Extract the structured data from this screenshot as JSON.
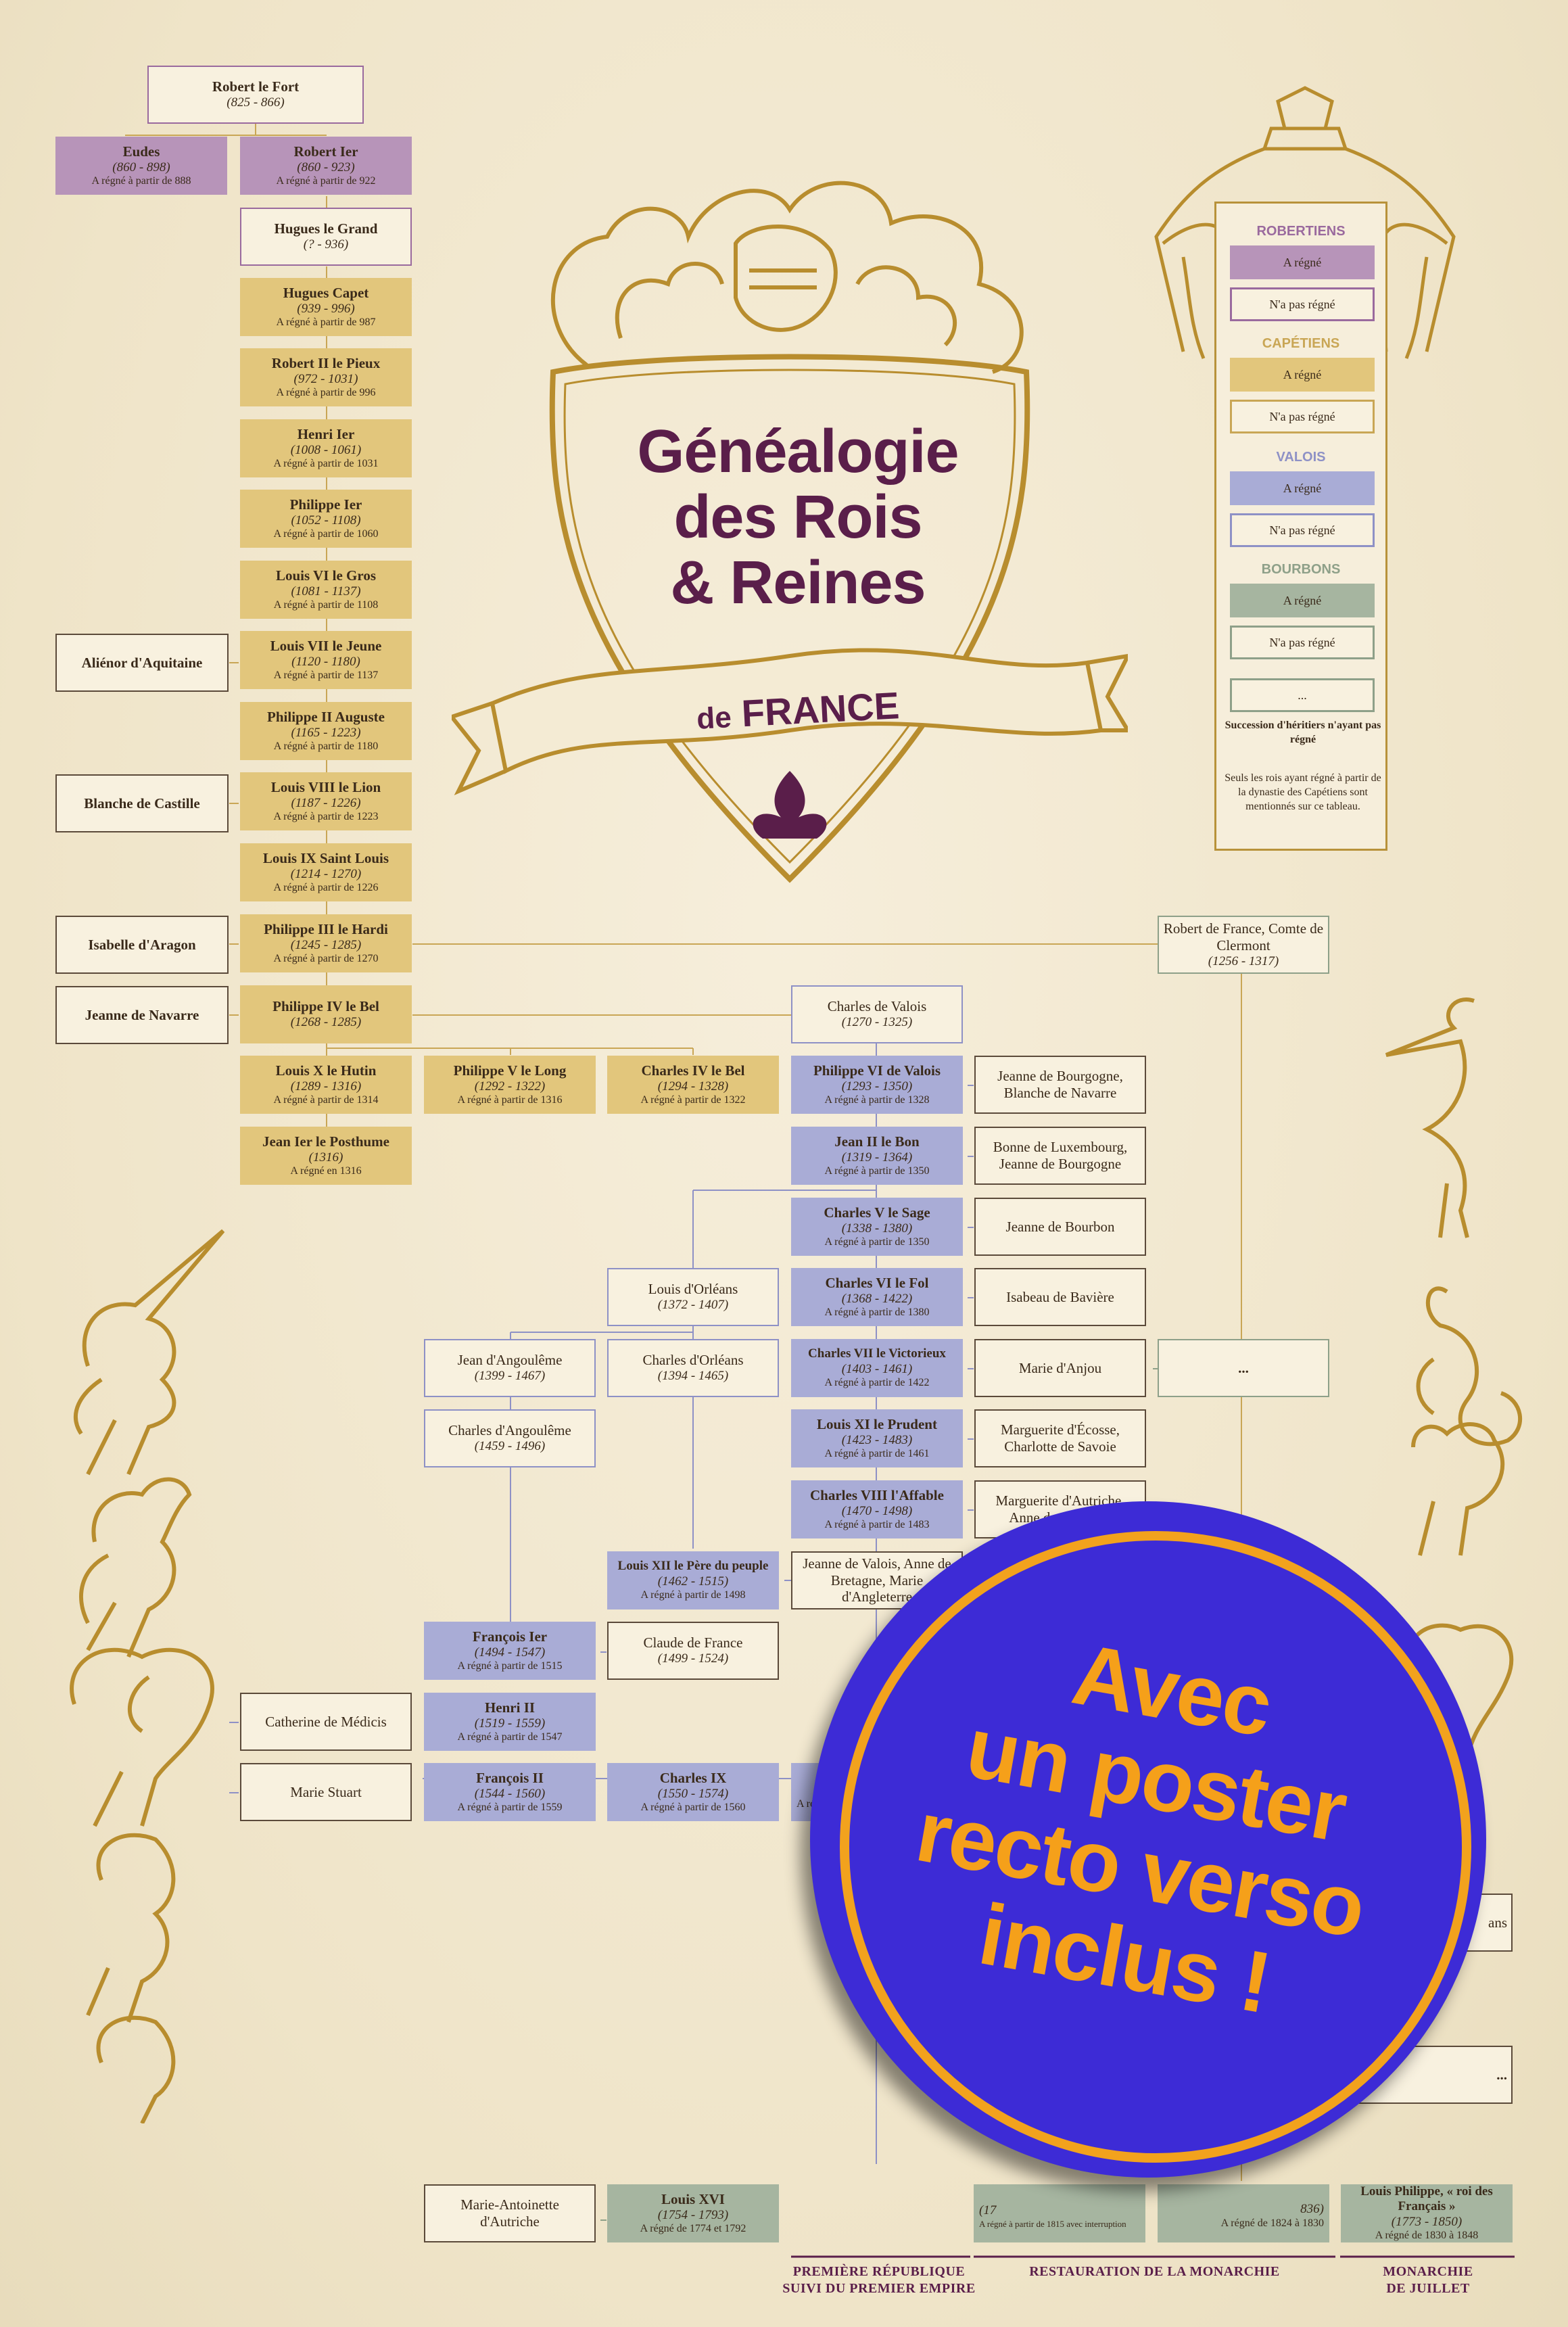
{
  "title": {
    "line1": "Généalogie",
    "line2": "des Rois",
    "line3": "& Reines",
    "banner_de": "de",
    "banner_country": "FRANCE"
  },
  "legend": {
    "robertiens": "ROBERTIENS",
    "capetiens": "CAPÉTIENS",
    "valois": "VALOIS",
    "bourbons": "BOURBONS",
    "reigned": "A régné",
    "not_reigned": "N'a pas régné",
    "ellipsis": "...",
    "succession_note": "Succession d'héritiers n'ayant pas régné",
    "footnote": "Seuls les rois ayant régné à partir de la dynastie des Capétiens sont mentionnés sur ce tableau."
  },
  "colors": {
    "robertiens": "#b794b9",
    "capetiens": "#e2c67c",
    "valois": "#a9acd6",
    "bourbons": "#a6b5a0",
    "title": "#5a1e4a",
    "badge": "#3d2bd6",
    "badge_text": "#f5a01a"
  },
  "persons": [
    {
      "id": "robert-le-fort",
      "name": "Robert le Fort",
      "dates": "(825 - 866)",
      "reign": ""
    },
    {
      "id": "eudes",
      "name": "Eudes",
      "dates": "(860 - 898)",
      "reign": "A régné à partir de 888"
    },
    {
      "id": "robert-1",
      "name": "Robert Ier",
      "dates": "(860 - 923)",
      "reign": "A régné à partir de 922"
    },
    {
      "id": "hugues-le-grand",
      "name": "Hugues le Grand",
      "dates": "(? - 936)",
      "reign": ""
    },
    {
      "id": "hugues-capet",
      "name": "Hugues Capet",
      "dates": "(939 - 996)",
      "reign": "A régné à partir de 987"
    },
    {
      "id": "robert-2",
      "name": "Robert II le Pieux",
      "dates": "(972 - 1031)",
      "reign": "A régné à partir de 996"
    },
    {
      "id": "henri-1",
      "name": "Henri Ier",
      "dates": "(1008 - 1061)",
      "reign": "A régné à partir de 1031"
    },
    {
      "id": "philippe-1",
      "name": "Philippe Ier",
      "dates": "(1052 - 1108)",
      "reign": "A régné à partir de 1060"
    },
    {
      "id": "louis-6",
      "name": "Louis VI le Gros",
      "dates": "(1081 - 1137)",
      "reign": "A régné à partir de 1108"
    },
    {
      "id": "louis-7",
      "name": "Louis VII le Jeune",
      "dates": "(1120 - 1180)",
      "reign": "A régné à partir de 1137"
    },
    {
      "id": "philippe-2",
      "name": "Philippe II Auguste",
      "dates": "(1165 - 1223)",
      "reign": "A régné à partir de 1180"
    },
    {
      "id": "louis-8",
      "name": "Louis VIII le Lion",
      "dates": "(1187 - 1226)",
      "reign": "A régné à partir de 1223"
    },
    {
      "id": "louis-9",
      "name": "Louis IX Saint Louis",
      "dates": "(1214 - 1270)",
      "reign": "A régné à partir de 1226"
    },
    {
      "id": "philippe-3",
      "name": "Philippe III le Hardi",
      "dates": "(1245 - 1285)",
      "reign": "A régné à partir de 1270"
    },
    {
      "id": "philippe-4",
      "name": "Philippe IV le Bel",
      "dates": "(1268 - 1285)",
      "reign": ""
    },
    {
      "id": "louis-10",
      "name": "Louis X le Hutin",
      "dates": "(1289 - 1316)",
      "reign": "A régné à partir de 1314"
    },
    {
      "id": "philippe-5",
      "name": "Philippe V le Long",
      "dates": "(1292 - 1322)",
      "reign": "A régné à partir de 1316"
    },
    {
      "id": "charles-4",
      "name": "Charles IV le Bel",
      "dates": "(1294 - 1328)",
      "reign": "A régné à partir de 1322"
    },
    {
      "id": "jean-1",
      "name": "Jean Ier le Posthume",
      "dates": "(1316)",
      "reign": "A régné en 1316"
    },
    {
      "id": "alienor",
      "name": "Aliénor d'Aquitaine",
      "dates": "",
      "reign": ""
    },
    {
      "id": "blanche",
      "name": "Blanche de Castille",
      "dates": "",
      "reign": ""
    },
    {
      "id": "isabelle",
      "name": "Isabelle d'Aragon",
      "dates": "",
      "reign": ""
    },
    {
      "id": "jeanne-navarre",
      "name": "Jeanne de Navarre",
      "dates": "",
      "reign": ""
    },
    {
      "id": "robert-clermont",
      "name": "Robert de France, Comte de Clermont",
      "dates": "(1256 - 1317)",
      "reign": ""
    },
    {
      "id": "charles-valois",
      "name": "Charles de Valois",
      "dates": "(1270 - 1325)",
      "reign": ""
    },
    {
      "id": "philippe-6",
      "name": "Philippe VI de Valois",
      "dates": "(1293 - 1350)",
      "reign": "A régné à partir de 1328"
    },
    {
      "id": "jean-2",
      "name": "Jean II le Bon",
      "dates": "(1319 - 1364)",
      "reign": "A régné à partir de 1350"
    },
    {
      "id": "charles-5",
      "name": "Charles V le Sage",
      "dates": "(1338 - 1380)",
      "reign": "A régné à partir de 1350"
    },
    {
      "id": "charles-6",
      "name": "Charles VI le Fol",
      "dates": "(1368 - 1422)",
      "reign": "A régné à partir de 1380"
    },
    {
      "id": "charles-7",
      "name": "Charles VII le Victorieux",
      "dates": "(1403 - 1461)",
      "reign": "A régné à partir de 1422"
    },
    {
      "id": "louis-11",
      "name": "Louis XI le Prudent",
      "dates": "(1423 - 1483)",
      "reign": "A régné à partir de 1461"
    },
    {
      "id": "charles-8",
      "name": "Charles VIII l'Affable",
      "dates": "(1470 - 1498)",
      "reign": "A régné à partir de 1483"
    },
    {
      "id": "louis-12",
      "name": "Louis XII le Père du peuple",
      "dates": "(1462 - 1515)",
      "reign": "A régné à partir de 1498"
    },
    {
      "id": "sp-p6",
      "name": "Jeanne de Bourgogne, Blanche de Navarre",
      "dates": "",
      "reign": ""
    },
    {
      "id": "sp-j2",
      "name": "Bonne de Luxembourg, Jeanne de Bourgogne",
      "dates": "",
      "reign": ""
    },
    {
      "id": "sp-c5",
      "name": "Jeanne de Bourbon",
      "dates": "",
      "reign": ""
    },
    {
      "id": "sp-c6",
      "name": "Isabeau de Bavière",
      "dates": "",
      "reign": ""
    },
    {
      "id": "sp-c7",
      "name": "Marie d'Anjou",
      "dates": "",
      "reign": ""
    },
    {
      "id": "sp-l11",
      "name": "Marguerite d'Écosse, Charlotte de Savoie",
      "dates": "",
      "reign": ""
    },
    {
      "id": "sp-c8",
      "name": "Marguerite d'Autriche, Anne de Bretagne",
      "dates": "",
      "reign": ""
    },
    {
      "id": "sp-l12",
      "name": "Jeanne de Valois, Anne de Bretagne, Marie d'Angleterre",
      "dates": "",
      "reign": ""
    },
    {
      "id": "louis-orleans",
      "name": "Louis d'Orléans",
      "dates": "(1372 - 1407)",
      "reign": ""
    },
    {
      "id": "jean-angouleme",
      "name": "Jean d'Angoulême",
      "dates": "(1399 - 1467)",
      "reign": ""
    },
    {
      "id": "charles-orleans",
      "name": "Charles d'Orléans",
      "dates": "(1394 - 1465)",
      "reign": ""
    },
    {
      "id": "charles-angouleme",
      "name": "Charles d'Angoulême",
      "dates": "(1459 - 1496)",
      "reign": ""
    },
    {
      "id": "bourbon-ellipsis",
      "name": "...",
      "dates": "",
      "reign": ""
    },
    {
      "id": "francois-1",
      "name": "François Ier",
      "dates": "(1494 - 1547)",
      "reign": "A régné à partir de 1515"
    },
    {
      "id": "claude",
      "name": "Claude de France",
      "dates": "(1499 - 1524)",
      "reign": ""
    },
    {
      "id": "henri-2",
      "name": "Henri II",
      "dates": "(1519 - 1559)",
      "reign": "A régné à partir de 1547"
    },
    {
      "id": "catherine",
      "name": "Catherine de Médicis",
      "dates": "",
      "reign": ""
    },
    {
      "id": "francois-2",
      "name": "François II",
      "dates": "(1544 - 1560)",
      "reign": "A régné à partir de 1559"
    },
    {
      "id": "charles-9",
      "name": "Charles IX",
      "dates": "(1550 - 1574)",
      "reign": "A régné à partir de 1560"
    },
    {
      "id": "henri-3-part",
      "name": "",
      "dates": "",
      "reign": "A régné"
    },
    {
      "id": "marie-stuart",
      "name": "Marie Stuart",
      "dates": "",
      "reign": ""
    },
    {
      "id": "right-partial",
      "name": "ans",
      "dates": "",
      "reign": ""
    },
    {
      "id": "right-ellipsis",
      "name": "...",
      "dates": "",
      "reign": ""
    },
    {
      "id": "marie-antoinette",
      "name": "Marie-Antoinette d'Autriche",
      "dates": "",
      "reign": ""
    },
    {
      "id": "louis-16",
      "name": "Louis XVI",
      "dates": "(1754 - 1793)",
      "reign": "A régné de 1774 et 1792"
    },
    {
      "id": "louis-18-part",
      "name": "",
      "dates": "(17",
      "reign": "A régné à partir de 1815 avec interruption"
    },
    {
      "id": "charles-10-part",
      "name": "",
      "dates": "836)",
      "reign": "A régné de 1824 à 1830"
    },
    {
      "id": "louis-philippe",
      "name": "Louis Philippe, « roi des Français »",
      "dates": "(1773 - 1850)",
      "reign": "A régné de 1830 à 1848"
    }
  ],
  "eras": [
    {
      "line1": "PREMIÈRE RÉPUBLIQUE",
      "line2": "SUIVI DU PREMIER EMPIRE"
    },
    {
      "line1": "RESTAURATION DE LA MONARCHIE",
      "line2": ""
    },
    {
      "line1": "MONARCHIE",
      "line2": "DE JUILLET"
    }
  ],
  "badge": {
    "line1": "Avec",
    "line2": "un poster",
    "line3": "recto verso",
    "line4": "inclus !"
  }
}
